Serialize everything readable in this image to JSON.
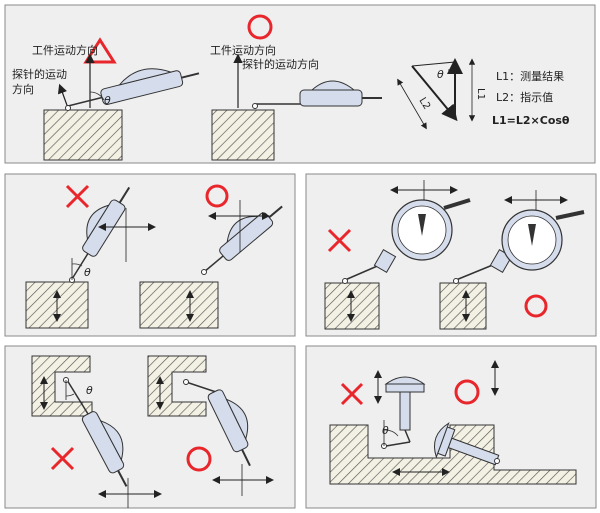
{
  "panel1": {
    "workpiece_direction": "工件运动方向",
    "probe_direction_line1": "探针的运动",
    "probe_direction_line2": "方向",
    "probe_direction_right": "探针的运动方向",
    "theta": "θ",
    "label_l1": "L1",
    "label_l2": "L2",
    "legend_l1": "L1：测量结果",
    "legend_l2": "L2：指示值",
    "formula": "L1=L2×Cosθ"
  },
  "symbols": {
    "triangle": "triangle-mark",
    "circle": "circle-ok-mark",
    "cross": "cross-ng-mark"
  },
  "colors": {
    "mark_red": "#e8262b",
    "panel_bg": "#efefef",
    "panel_border": "#8a8a8a",
    "indicator_fill": "#d5dcec",
    "hatch": "#555555"
  },
  "theta_labels": {
    "panel2": "θ",
    "panel4": "θ",
    "panel5": "θ"
  }
}
